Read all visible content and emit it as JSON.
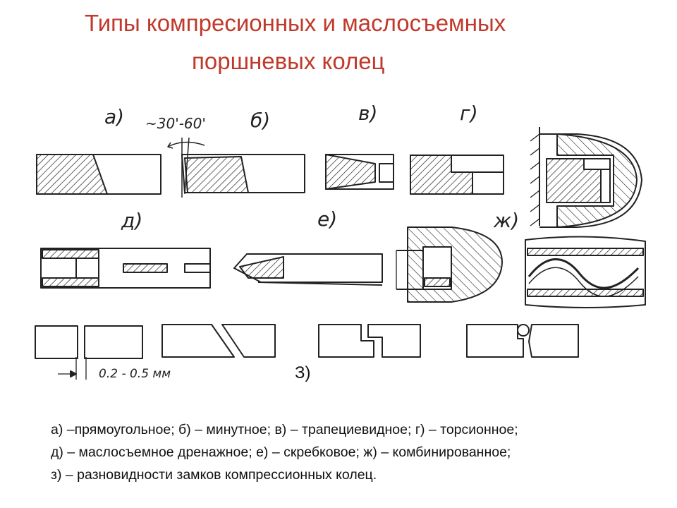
{
  "title": {
    "line1": "Типы компресионных и маслосъемных",
    "line2": "поршневых колец"
  },
  "diagram": {
    "labels": {
      "a": "а)",
      "b": "б)",
      "v": "в)",
      "g": "г)",
      "d": "д)",
      "e": "е)",
      "zh": "ж)",
      "angle": "~30'-60'",
      "gap": "0.2 - 0.5 мм"
    },
    "z_label": "З)"
  },
  "caption": {
    "line1": "а) –прямоугольное; б) – минутное; в) – трапециевидное; г) – торсионное;",
    "line2": "д) – маслосъемное дренажное; е) – скребковое; ж) – комбинированное;",
    "line3": "з) – разновидности замков компрессионных колец."
  },
  "colors": {
    "title": "#c0392b",
    "ink": "#222222"
  }
}
